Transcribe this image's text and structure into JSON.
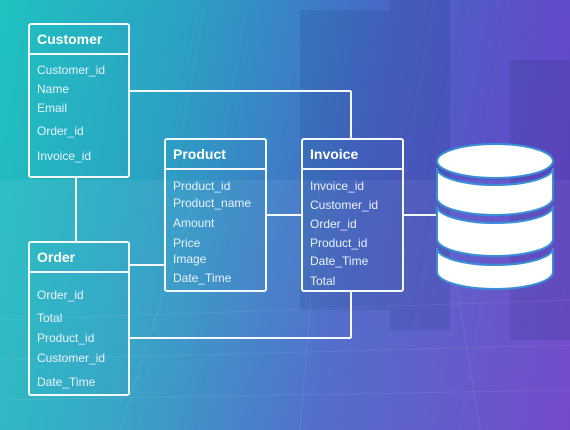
{
  "tables": {
    "customer": {
      "title": "Customer",
      "fields": [
        "Customer_id",
        "Name",
        "Email",
        "Order_id",
        "Invoice_id"
      ]
    },
    "order": {
      "title": "Order",
      "fields": [
        "Order_id",
        "Total",
        "Product_id",
        "Customer_id",
        "Date_Time"
      ]
    },
    "product": {
      "title": "Product",
      "fields": [
        "Product_id",
        "Product_name",
        "Amount",
        "Price",
        "Image",
        "Date_Time"
      ]
    },
    "invoice": {
      "title": "Invoice",
      "fields": [
        "Invoice_id",
        "Customer_id",
        "Order_id",
        "Product_id",
        "Date_Time",
        "Total"
      ]
    }
  },
  "icons": {
    "database": "database-icon"
  },
  "colors": {
    "line": "#f4f8ff",
    "gradient_start": "#1fc2bf",
    "gradient_end": "#6c3fc9",
    "db_fill": "#ffffff",
    "db_ring": "#3a8ed6"
  }
}
